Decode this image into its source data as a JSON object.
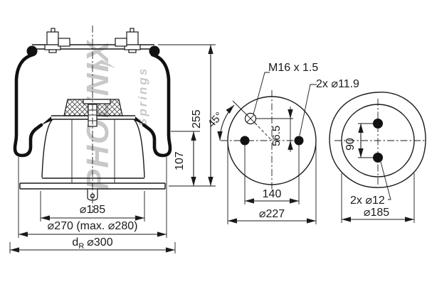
{
  "drawing": {
    "watermark": {
      "brand": "PHOENIX",
      "sub": "Springs"
    },
    "side_view": {
      "dim_height": "255",
      "dim_piston_height": "107",
      "dim_piston_dia": "⌀185",
      "dim_bellows_dia": "⌀270 (max. ⌀280)",
      "dim_rim_prefix": "d",
      "dim_rim_sub": "R",
      "dim_rim_dia": "⌀300"
    },
    "top_view": {
      "label_air_fitting": "M16 x 1.5",
      "label_studs": "2x ⌀11.9",
      "label_angle": "45°",
      "dim_offset": "56.5",
      "dim_stud_spacing": "140",
      "dim_dia": "⌀227"
    },
    "bottom_view": {
      "dim_hole_spacing": "90",
      "label_holes": "2x ⌀12",
      "dim_dia": "⌀185"
    },
    "colors": {
      "line": "#1a1a1a",
      "watermark": "#c8c8c8"
    }
  }
}
